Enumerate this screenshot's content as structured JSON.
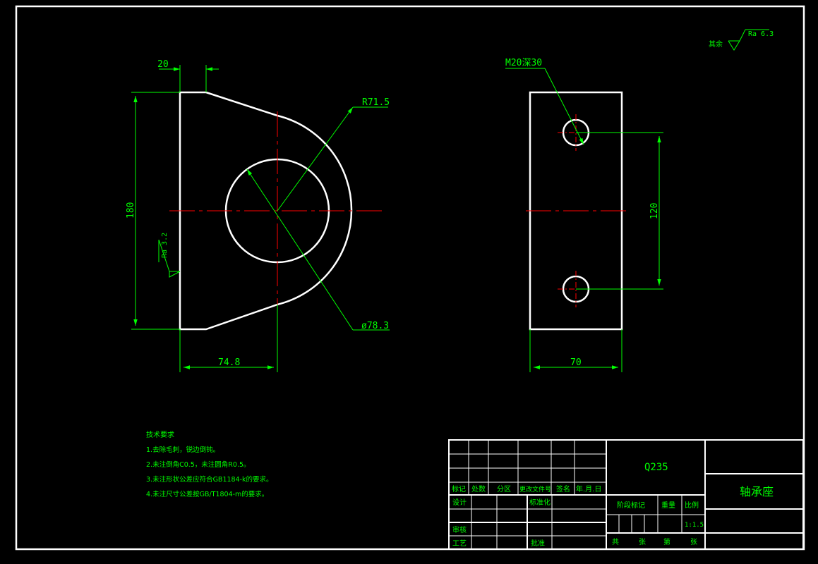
{
  "colors": {
    "background": "#000000",
    "outline": "#ffffff",
    "dimension": "#00ff00",
    "centerline": "#ff0000"
  },
  "surface_finish": {
    "general_prefix": "其余",
    "general_value": "Ra 6.3",
    "left_face": "Ra 3.2"
  },
  "front_view": {
    "dim_top_width": "20",
    "dim_height": "180",
    "dim_bottom_offset": "74.8",
    "dim_radius": "R71.5",
    "dim_bore_diameter": "ø78.3"
  },
  "side_view": {
    "hole_callout": "M20深30",
    "dim_hole_spacing": "120",
    "dim_width": "70"
  },
  "tech_requirements": {
    "title": "技术要求",
    "items": [
      "1.去除毛刺，锐边倒钝。",
      "2.未注倒角C0.5，未注圆角R0.5。",
      "3.未注形状公差应符合GB1184-k的要求。",
      "4.未注尺寸公差按GB/T1804-m的要求。"
    ]
  },
  "title_block": {
    "material": "Q235",
    "part_name": "轴承座",
    "rev_headers": [
      "标记",
      "处数",
      "分区",
      "更改文件号",
      "签名",
      "年.月.日"
    ],
    "design": "设计",
    "standardization": "标准化",
    "review": "审核",
    "process": "工艺",
    "approval": "批准",
    "stage_mark": "阶段标记",
    "weight": "重量",
    "scale_label": "比例",
    "scale_value": "1:1.5",
    "sheet_total": "共",
    "sheet_unit1": "张",
    "sheet_no": "第",
    "sheet_unit2": "张"
  }
}
